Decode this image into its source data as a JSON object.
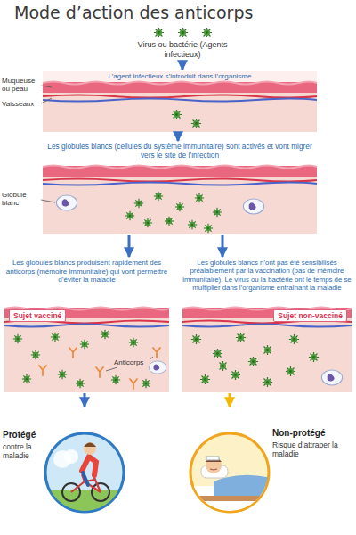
{
  "diagram": {
    "title": "Mode d’action des anticorps",
    "nodes": [
      {
        "text": [
          "Virus ou bactérie (Agents infectieux)"
        ]
      },
      {
        "text": [
          "L’agent infectieux s’introduit dans l’organisme"
        ]
      },
      {
        "text": [
          "Les globules blancs (cellules du système immunitaire) sont activés et vont migrer vers le site de l’infection"
        ]
      },
      {
        "text": [
          "Les globules blancs produisent rapidement des anticorps (mémoire immunitaire) qui vont permettre d’éviter la maladie"
        ]
      },
      {
        "text": [
          "Sujet vacciné"
        ],
        "in": 3
      },
      {
        "text": [
          "Les globules blancs n’ont pas été sensibilisés préalablement par la vaccination (pas de mémoire immunitaire). Le virus ou la bactérie ont le temps de se multiplier dans l’organisme entraînant la maladie"
        ]
      },
      {
        "text": [
          "Sujet non-vacciné"
        ],
        "in": 5
      },
      {
        "text": [
          "Protégé",
          "contre la maladie"
        ]
      },
      {
        "text": [
          "Non-protégé",
          "Risque d’attraper la maladie"
        ]
      }
    ],
    "edges": [
      {
        "from": 0,
        "to": 1,
        "arrow": "to"
      },
      {
        "from": 1,
        "to": 2,
        "arrow": "to"
      },
      {
        "from": 2,
        "to": 3,
        "arrow": "to"
      },
      {
        "from": 2,
        "to": 5,
        "arrow": "to"
      },
      {
        "from": 3,
        "to": 7,
        "arrow": "to"
      },
      {
        "from": 5,
        "to": 8,
        "arrow": "to"
      }
    ],
    "labels": [
      "Muqueuse ou peau",
      "Vaisseaux",
      "Globule blanc",
      "Anticorps"
    ]
  }
}
